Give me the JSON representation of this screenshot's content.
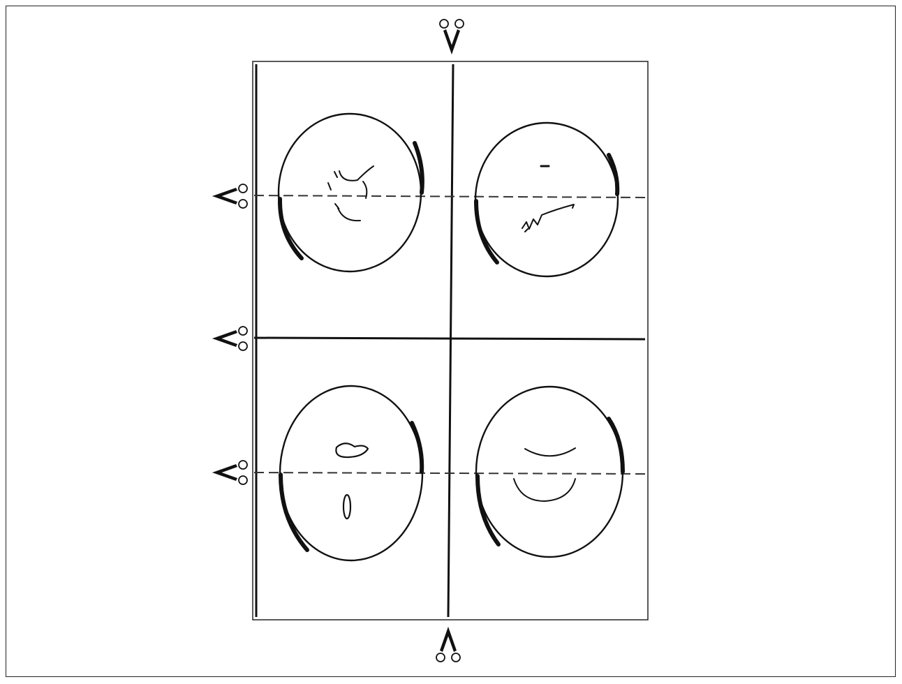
{
  "figure": {
    "panels": [
      {
        "id": "top-left",
        "face": "angry"
      },
      {
        "id": "top-right",
        "face": "neutral"
      },
      {
        "id": "bottom-left",
        "face": "surprised"
      },
      {
        "id": "bottom-right",
        "face": "happy"
      }
    ],
    "icons": {
      "scissors": "scissors-icon"
    },
    "colors": {
      "ink": "#111111",
      "paper": "#ffffff",
      "cut_line": "#333333"
    }
  }
}
